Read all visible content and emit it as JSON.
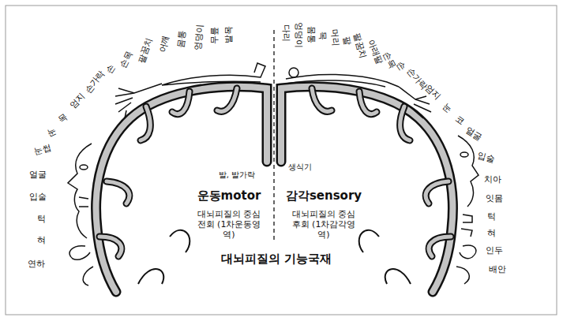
{
  "diagram": {
    "title": "대뇌피질의 기능국재",
    "labels": [
      "연하",
      "혀",
      "턱",
      "입술",
      "얼굴",
      "눈썹",
      "눈",
      "목",
      "엄지",
      "손가락",
      "손",
      "손목",
      "팔꿈치",
      "어깨",
      "몸통",
      "엉덩이",
      "무릎",
      "발목",
      "다리",
      "엉덩이",
      "몸통",
      "목",
      "머리",
      "팔",
      "팔꿈치",
      "아래팔",
      "손목",
      "손",
      "손가락",
      "엄지",
      "눈",
      "코",
      "얼굴",
      "입술",
      "치아",
      "잇몸",
      "턱",
      "혀",
      "인두",
      "배안",
      "발, 발가락",
      "운동motor",
      "대뇌피질의 중심전회 (1차운동영역)",
      "생식기",
      "감각sensory",
      "대뇌피질의 중심후회 (1차감각영역)"
    ]
  }
}
